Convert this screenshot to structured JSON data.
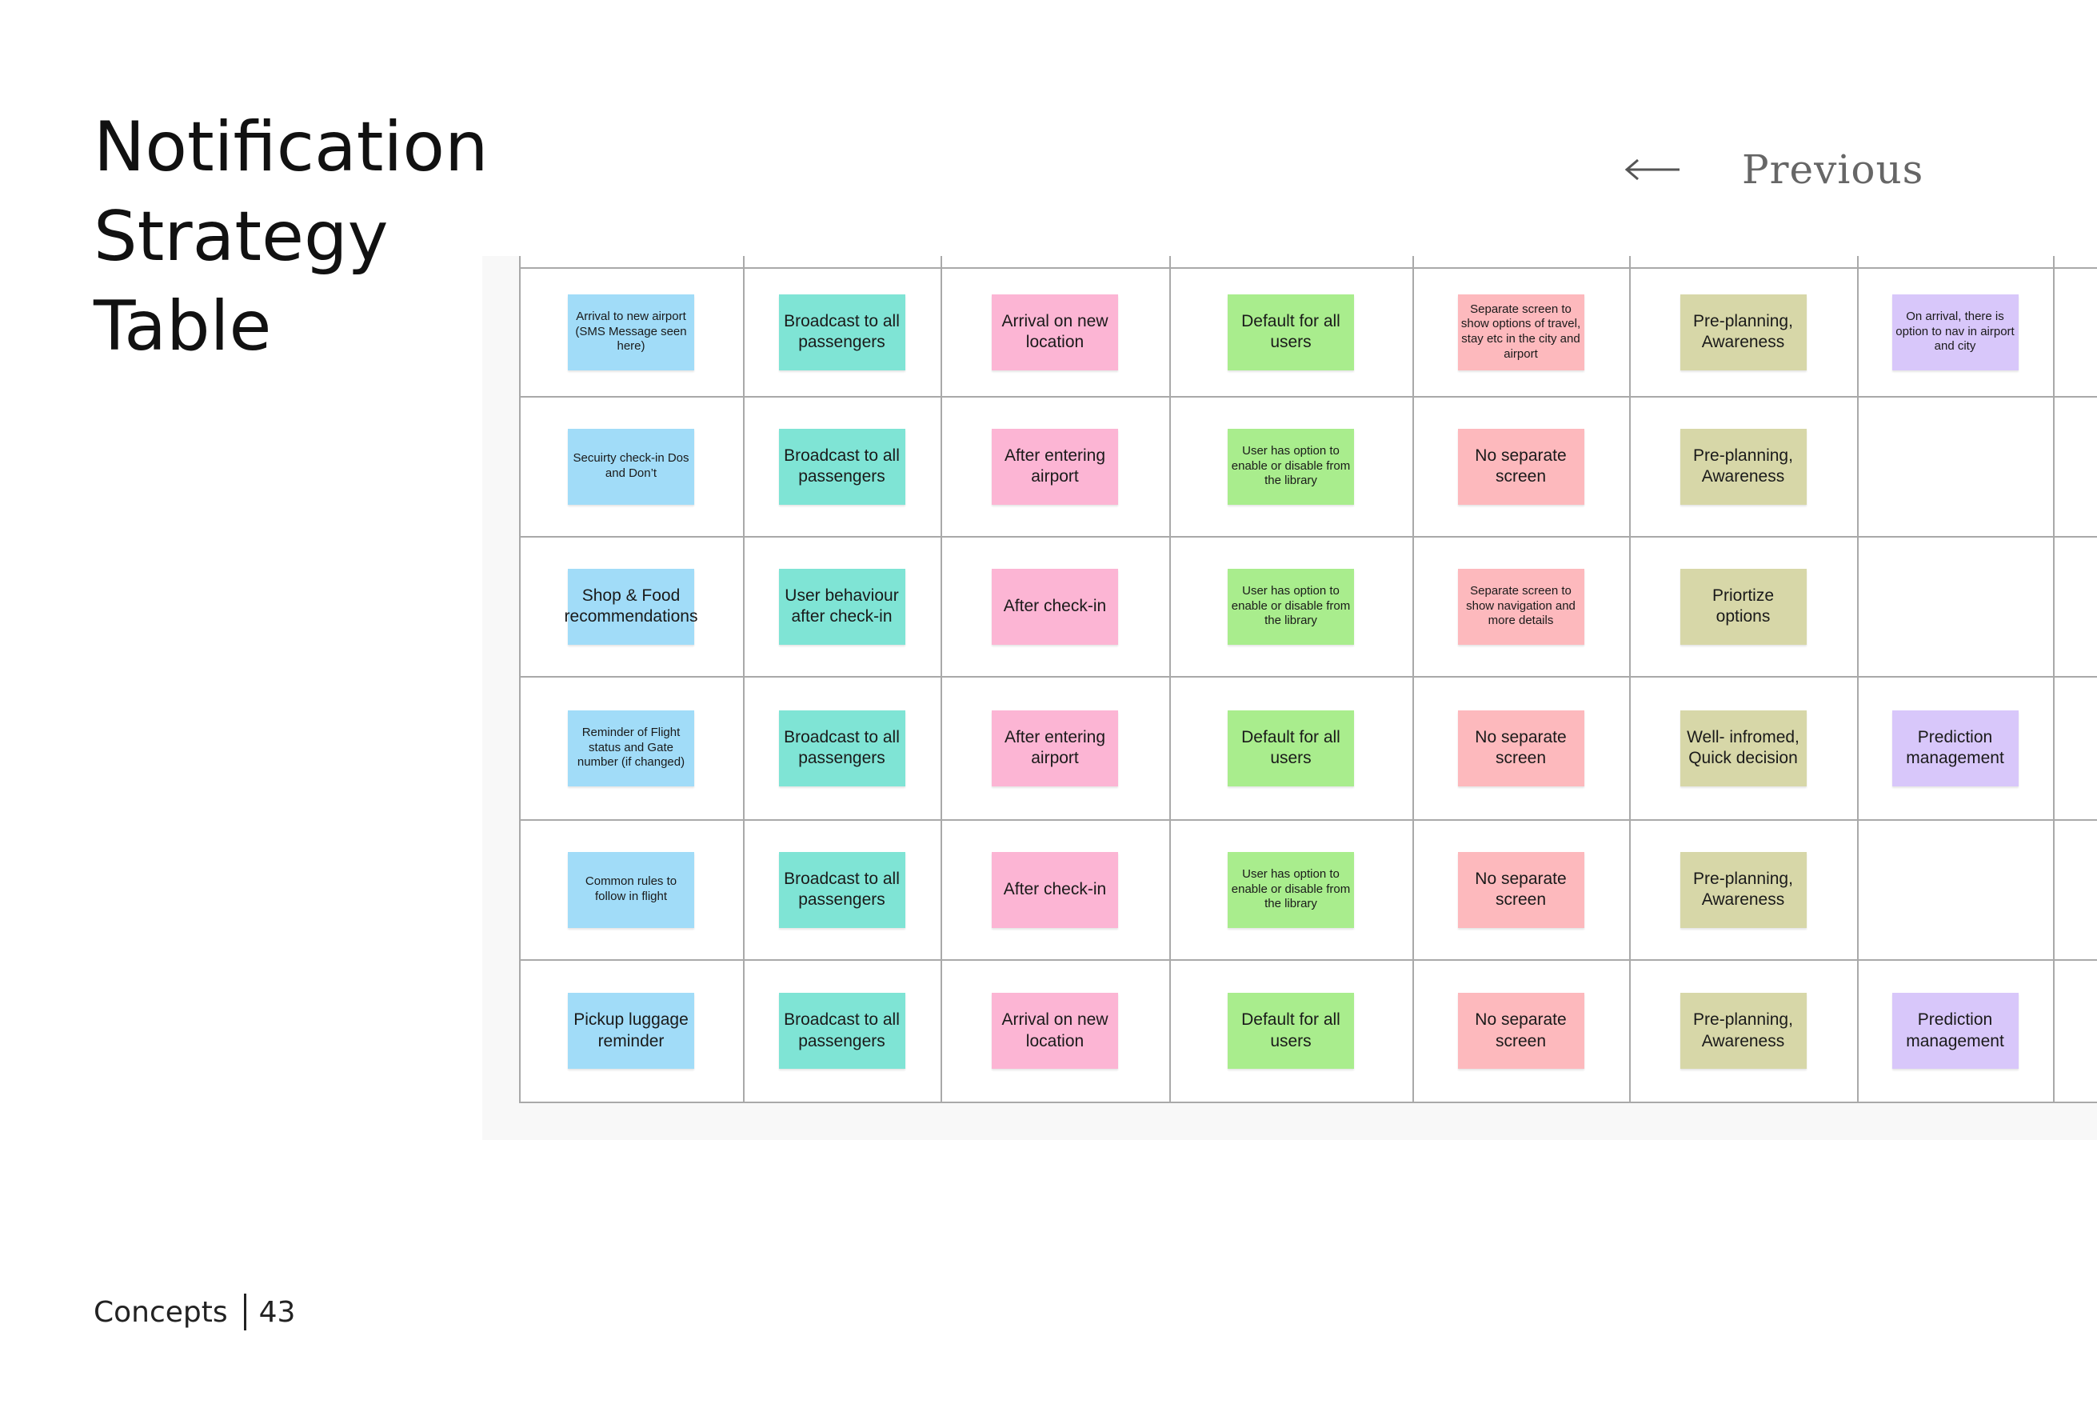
{
  "title_lines": [
    "Notification",
    "Strategy",
    "Table"
  ],
  "nav": {
    "previous_label": "Previous",
    "arrow_icon": "arrow-left-icon"
  },
  "colors": {
    "blue": "#a1dcf8",
    "teal": "#7fe4d5",
    "pink": "#fcb5d4",
    "green": "#a9ed8d",
    "salmon": "#fdb9bd",
    "olive": "#d7d7a8",
    "lavender": "#d8c7fa"
  },
  "rows": [
    [
      "Arrival to new airport (SMS Message seen here)",
      "Broadcast to all passengers",
      "Arrival on new location",
      "Default for all users",
      "Separate screen to show options of travel, stay etc in the city and airport",
      "Pre-planning, Awareness",
      "On arrival, there is option to nav in airport and city"
    ],
    [
      "Secuirty check-in Dos and Don’t",
      "Broadcast to all passengers",
      "After entering airport",
      "User has option to enable or disable from the library",
      "No separate screen",
      "Pre-planning, Awareness",
      ""
    ],
    [
      "Shop & Food recommendations",
      "User behaviour after check-in",
      "After check-in",
      "User has option to enable or disable from the library",
      "Separate screen to show navigation and more details",
      "Priortize options",
      ""
    ],
    [
      "Reminder of Flight status and Gate number (if changed)",
      "Broadcast to all passengers",
      "After entering airport",
      "Default for all users",
      "No separate screen",
      "Well- infromed, Quick decision",
      "Prediction management"
    ],
    [
      "Common rules to follow in flight",
      "Broadcast to all passengers",
      "After check-in",
      "User has option to enable or disable from the library",
      "No separate screen",
      "Pre-planning, Awareness",
      ""
    ],
    [
      "Pickup luggage reminder",
      "Broadcast to all passengers",
      "Arrival on new location",
      "Default for all users",
      "No separate screen",
      "Pre-planning, Awareness",
      "Prediction management"
    ]
  ],
  "footer": {
    "section": "Concepts",
    "page_number": "43"
  }
}
